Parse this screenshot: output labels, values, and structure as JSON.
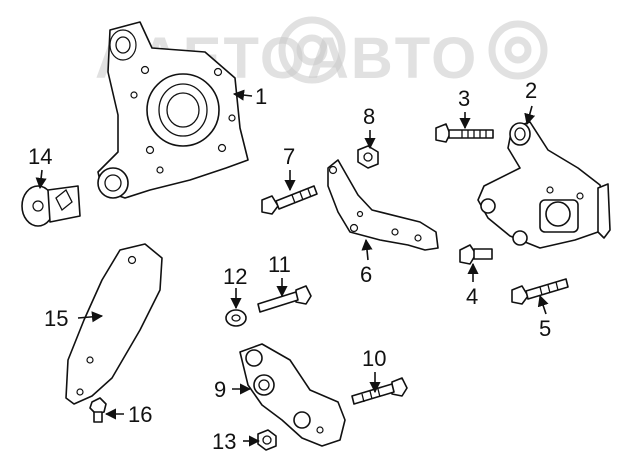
{
  "watermark": {
    "text": "AAETOABTO"
  },
  "callouts": {
    "c1": "1",
    "c2": "2",
    "c3": "3",
    "c4": "4",
    "c5": "5",
    "c6": "6",
    "c7": "7",
    "c8": "8",
    "c9": "9",
    "c10": "10",
    "c11": "11",
    "c12": "12",
    "c13": "13",
    "c14": "14",
    "c15": "15",
    "c16": "16"
  }
}
